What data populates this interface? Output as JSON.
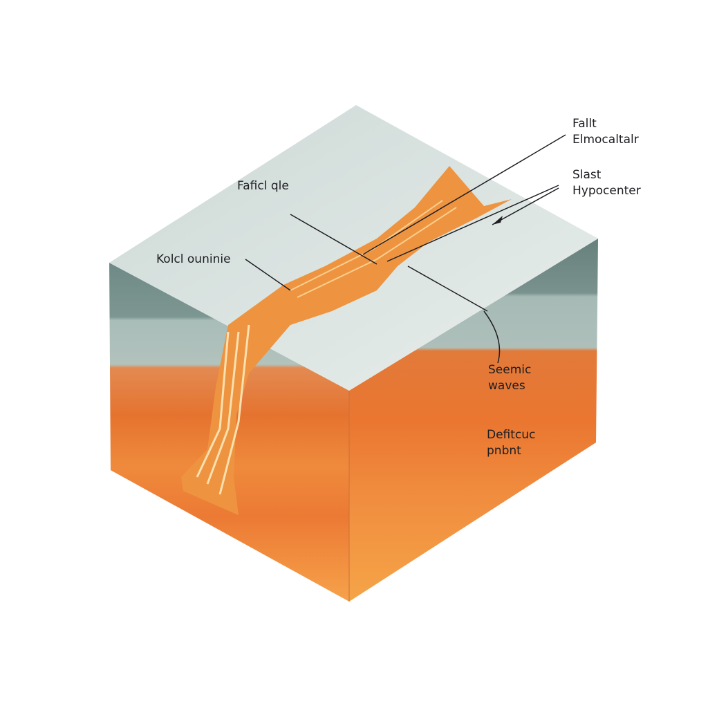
{
  "labels": {
    "fault_1": "Fallt",
    "fault_2": "Elmocaltalr",
    "slast_1": "Slast",
    "slast_2": "Hypocenter",
    "top_label": "Faficl qle",
    "left_label": "Kolcl ouninie",
    "seismic_1": "Seemic",
    "seismic_2": "waves",
    "bottom_1": "Defitcuc",
    "bottom_2": "pnbnt"
  },
  "colors": {
    "surface": "#dfe7e5",
    "dark_band": "#6f8a86",
    "light_band": "#a9bdb8",
    "orange_dark": "#e5732f",
    "orange_mid": "#ef8a3c",
    "orange_light": "#f6a24a",
    "fault": "#ee9440"
  }
}
